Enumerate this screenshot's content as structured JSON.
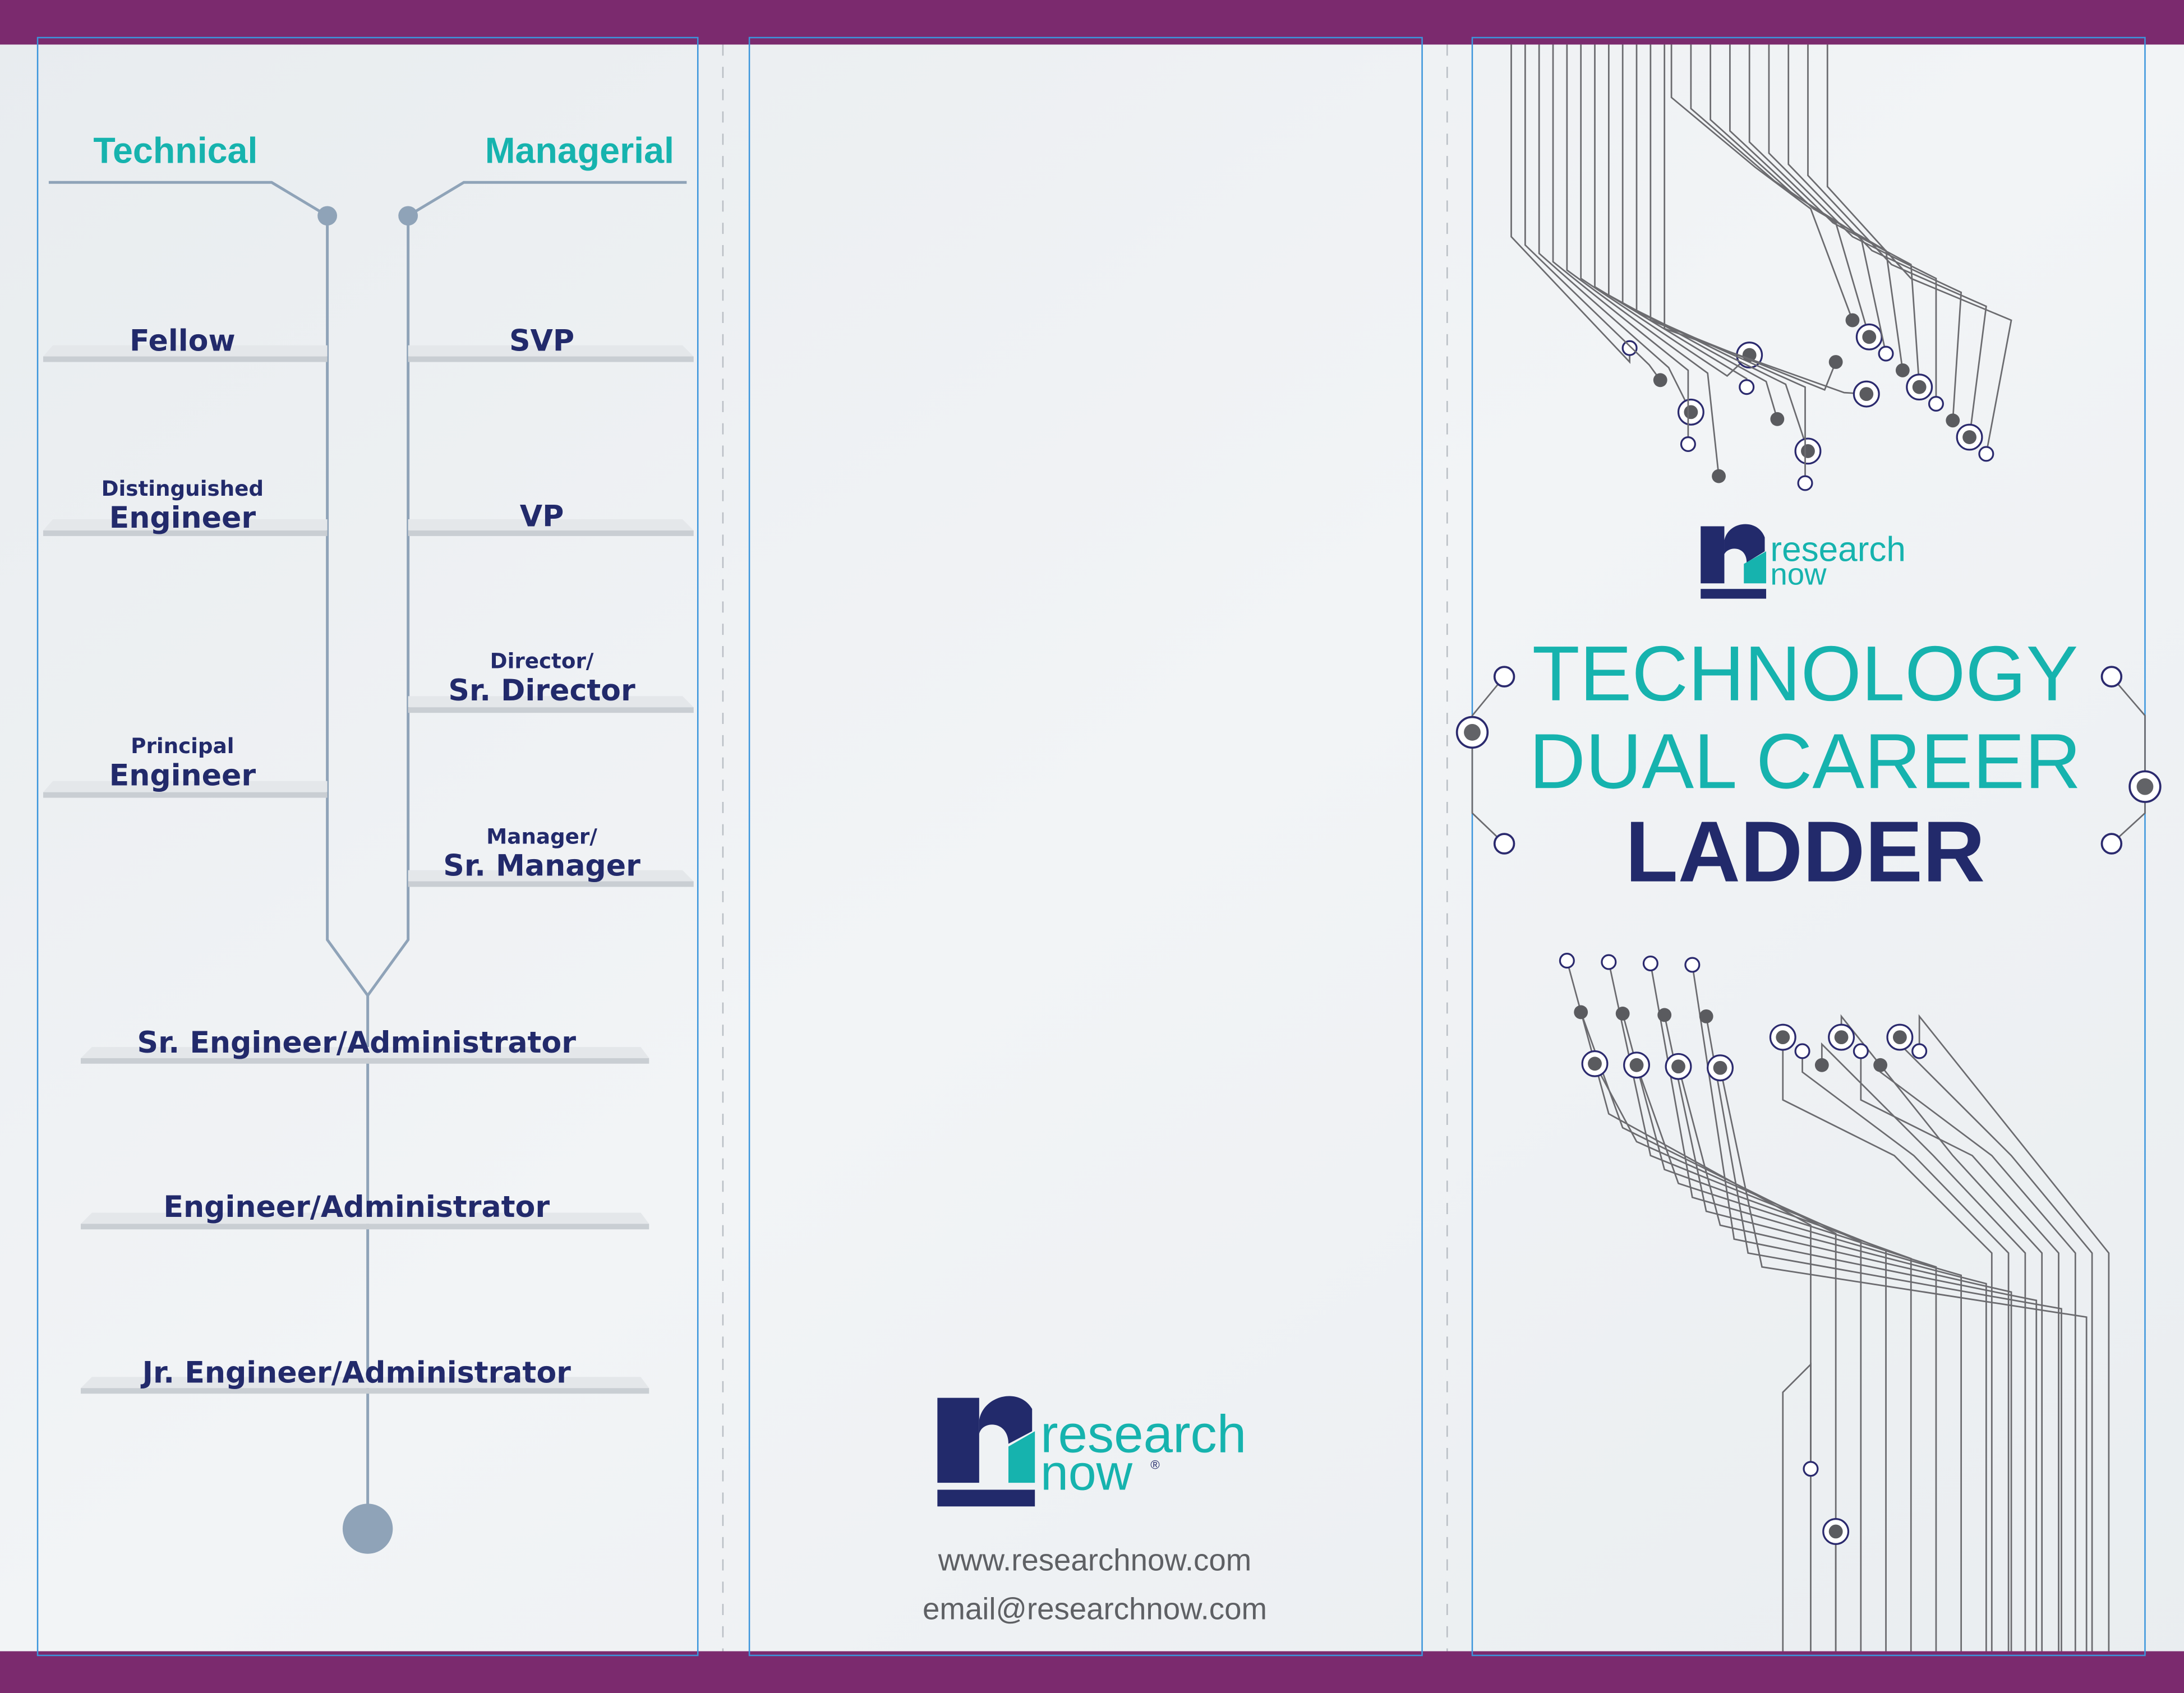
{
  "ladder": {
    "technical_heading": "Technical",
    "managerial_heading": "Managerial",
    "technical_levels": [
      {
        "small": "",
        "main": "Fellow"
      },
      {
        "small": "Distinguished",
        "main": "Engineer"
      },
      {
        "small": "Principal",
        "main": "Engineer"
      }
    ],
    "managerial_levels": [
      {
        "small": "",
        "main": "SVP"
      },
      {
        "small": "",
        "main": "VP"
      },
      {
        "small": "Director/",
        "main": "Sr. Director"
      },
      {
        "small": "Manager/",
        "main": "Sr. Manager"
      }
    ],
    "shared_levels": [
      "Sr. Engineer/Administrator",
      "Engineer/Administrator",
      "Jr. Engineer/Administrator"
    ]
  },
  "back_panel": {
    "logo_line1": "research",
    "logo_line2": "now",
    "registered": "®",
    "website": "www.researchnow.com",
    "email": "email@researchnow.com"
  },
  "cover": {
    "logo_line1": "research",
    "logo_line2": "now",
    "title_line1": "TECHNOLOGY",
    "title_line2": "DUAL CAREER",
    "title_line3": "LADDER"
  },
  "colors": {
    "band": "#7b2a6e",
    "teal": "#16b3ae",
    "navy": "#222a6b",
    "ladder": "#8fa3b8"
  }
}
